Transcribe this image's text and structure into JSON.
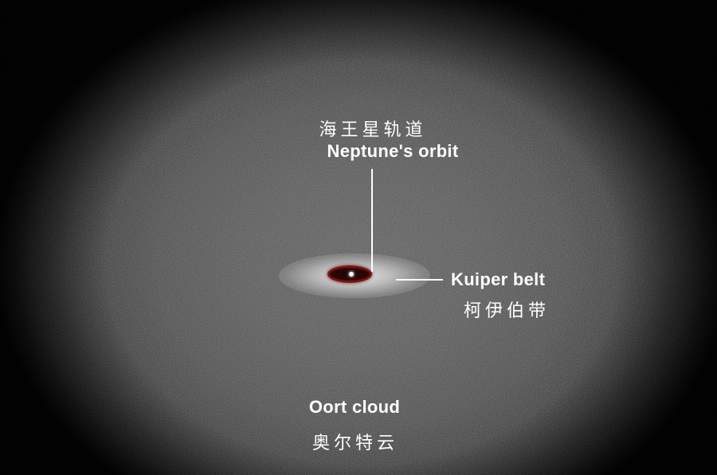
{
  "labels": {
    "neptune_orbit": {
      "zh": "海王星轨道",
      "en": "Neptune's orbit"
    },
    "kuiper_belt": {
      "en": "Kuiper belt",
      "zh": "柯伊伯带"
    },
    "oort_cloud": {
      "en": "Oort cloud",
      "zh": "奥尔特云"
    }
  },
  "colors": {
    "background_center": "#5c5c5c",
    "background_edge": "#000000",
    "orbit_ring": "#7a1414",
    "text": "#ffffff"
  }
}
